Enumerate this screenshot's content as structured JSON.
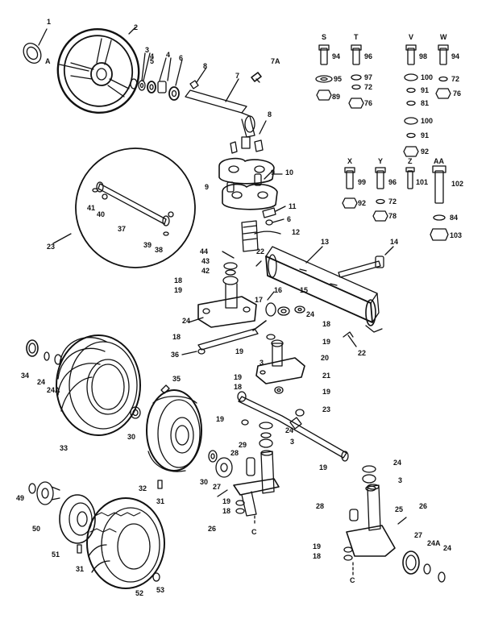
{
  "callouts": {
    "c1": "1",
    "c2": "2",
    "cA": "A",
    "c3": "3",
    "c4a": "4",
    "c5": "5",
    "c4b": "4",
    "c6": "6",
    "c7": "7",
    "c7A": "7A",
    "c8": "8",
    "c9a": "9",
    "c9b": "9",
    "c10": "10",
    "c11": "11",
    "c6b": "6",
    "c12": "12",
    "c13": "13",
    "c14": "14",
    "c22a": "22",
    "c44": "44",
    "c43": "43",
    "c42": "42",
    "c18a": "18",
    "c19a": "19",
    "c16": "16",
    "c15": "15",
    "c17": "17",
    "c24a": "24",
    "c18b": "18",
    "c19b": "19",
    "c24b": "24",
    "c22b": "22",
    "c19c": "19",
    "c3b": "3",
    "c20": "20",
    "c21": "21",
    "c19d": "19",
    "c19e": "19",
    "c23a": "23",
    "c24c": "24",
    "c3c": "3",
    "c18c": "18",
    "c24d": "24",
    "c3d": "3",
    "c19f": "19",
    "c29": "29",
    "c28a": "28",
    "c18d": "18",
    "c19g": "19",
    "c26a": "26",
    "c28b": "28",
    "c25": "25",
    "c26b": "26",
    "c27a": "27",
    "c24Aa": "24A",
    "c24e": "24",
    "c19h": "19",
    "c18e": "18",
    "c19i": "19",
    "c18f": "18",
    "c36": "36",
    "c34": "34",
    "c24f": "24",
    "c24Ab": "24A",
    "c33": "33",
    "c35": "35",
    "c30a": "30",
    "c32": "32",
    "c31a": "31",
    "c30b": "30",
    "c27b": "27",
    "c49": "49",
    "c50": "50",
    "c51": "51",
    "c31b": "31",
    "c52": "52",
    "c53": "53",
    "c41": "41",
    "c40": "40",
    "c37": "37",
    "c39": "39",
    "c38": "38",
    "c23b": "23",
    "cC1": "C",
    "cC2": "C"
  },
  "hardware": {
    "S": "S",
    "T": "T",
    "V": "V",
    "W": "W",
    "X": "X",
    "Y": "Y",
    "Z": "Z",
    "AA": "AA",
    "n94a": "94",
    "n95": "95",
    "n89": "89",
    "n96a": "96",
    "n97": "97",
    "n72a": "72",
    "n76a": "76",
    "n98": "98",
    "n100a": "100",
    "n91a": "91",
    "n81": "81",
    "n100b": "100",
    "n91b": "91",
    "n92a": "92",
    "n94b": "94",
    "n72b": "72",
    "n76b": "76",
    "n99": "99",
    "n92b": "92",
    "n96b": "96",
    "n72c": "72",
    "n78": "78",
    "n101": "101",
    "n102": "102",
    "n84": "84",
    "n103": "103"
  }
}
